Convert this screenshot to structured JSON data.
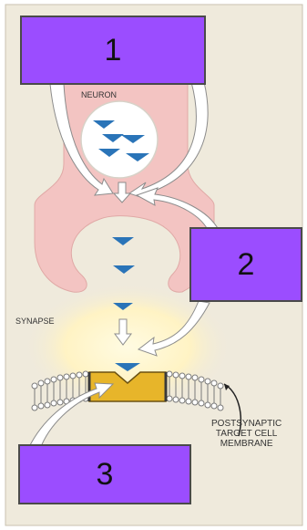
{
  "labels": {
    "box_1": "1",
    "box_2": "2",
    "box_3": "3"
  },
  "text": {
    "neuron": "NEURON",
    "synapse": "SYNAPSE",
    "postsynaptic_line1": "POSTSYNAPTIC",
    "postsynaptic_line2": "TARGET CELL",
    "postsynaptic_line3": "MEMBRANE"
  },
  "colors": {
    "background": "#efeadc",
    "neuron": "#f3c4c2",
    "vesicle": "#ffffff",
    "neurotransmitter": "#2a74b8",
    "glow": "#fff6c8",
    "receptor": "#e7b52a",
    "label_box": "#9b4dff",
    "arrow": "#ffffff"
  }
}
